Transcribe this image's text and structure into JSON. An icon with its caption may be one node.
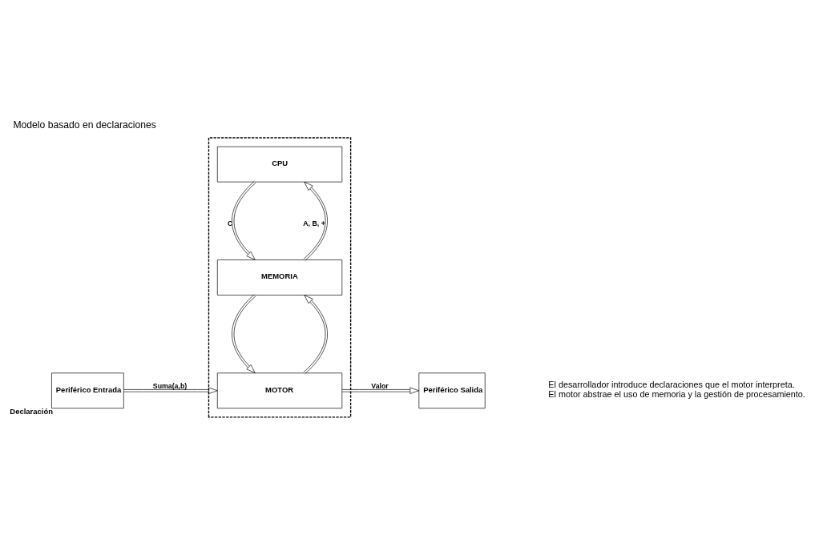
{
  "diagram": {
    "title": "Modelo basado en declaraciones",
    "nodes": [
      {
        "text": [],
        "shape": "box"
      },
      {
        "text": [
          "CPU"
        ],
        "in": 0
      },
      {
        "text": [
          "MEMORIA"
        ],
        "in": 0
      },
      {
        "text": [
          "MOTOR"
        ],
        "in": 0
      },
      {
        "text": [
          "Periférico Entrada"
        ],
        "beside": [
          "Declaración"
        ]
      },
      {
        "text": [
          "Periférico Salida"
        ]
      }
    ],
    "edges": [
      {
        "from": 2,
        "to": 1,
        "arrow": "to",
        "label": "A, B, +"
      },
      {
        "from": 1,
        "to": 2,
        "arrow": "to",
        "label": "C"
      },
      {
        "from": 3,
        "to": 2,
        "arrow": "to"
      },
      {
        "from": 2,
        "to": 3,
        "arrow": "to"
      },
      {
        "from": 4,
        "to": 3,
        "arrow": "to",
        "label": "Suma(a,b)"
      },
      {
        "from": 3,
        "to": 5,
        "arrow": "to",
        "label": "Valor"
      }
    ],
    "labels": [
      "El desarrollador introduce declaraciones que el motor interpreta.",
      "El motor abstrae el uso de memoria y la gestión de procesamiento."
    ]
  }
}
